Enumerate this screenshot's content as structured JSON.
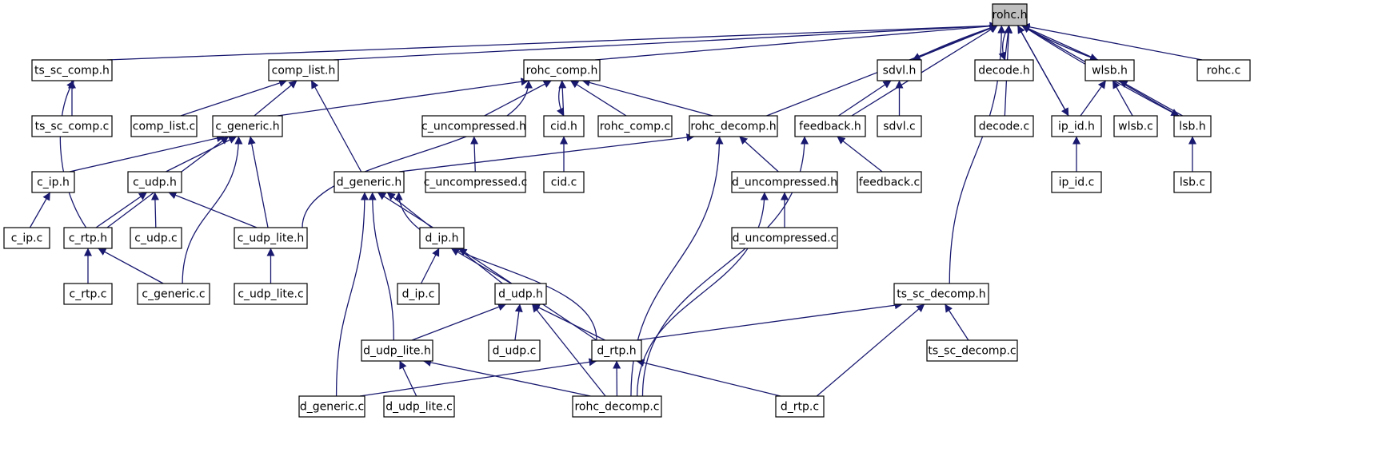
{
  "diagram": {
    "type": "include-dependency-graph",
    "root": "rohc.h",
    "colors": {
      "edge": "#191970",
      "root_fill": "#bfbfbf",
      "node_fill": "#ffffff",
      "node_stroke": "#000000"
    },
    "nodes": [
      {
        "id": "rohc_h",
        "label": "rohc.h"
      },
      {
        "id": "ts_sc_comp_h",
        "label": "ts_sc_comp.h"
      },
      {
        "id": "comp_list_h",
        "label": "comp_list.h"
      },
      {
        "id": "rohc_comp_h",
        "label": "rohc_comp.h"
      },
      {
        "id": "sdvl_h",
        "label": "sdvl.h"
      },
      {
        "id": "decode_h",
        "label": "decode.h"
      },
      {
        "id": "wlsb_h",
        "label": "wlsb.h"
      },
      {
        "id": "rohc_c",
        "label": "rohc.c"
      },
      {
        "id": "ts_sc_comp_c",
        "label": "ts_sc_comp.c"
      },
      {
        "id": "comp_list_c",
        "label": "comp_list.c"
      },
      {
        "id": "c_generic_h",
        "label": "c_generic.h"
      },
      {
        "id": "c_uncompressed_h",
        "label": "c_uncompressed.h"
      },
      {
        "id": "cid_h",
        "label": "cid.h"
      },
      {
        "id": "rohc_comp_c",
        "label": "rohc_comp.c"
      },
      {
        "id": "rohc_decomp_h",
        "label": "rohc_decomp.h"
      },
      {
        "id": "feedback_h",
        "label": "feedback.h"
      },
      {
        "id": "sdvl_c",
        "label": "sdvl.c"
      },
      {
        "id": "decode_c",
        "label": "decode.c"
      },
      {
        "id": "ip_id_h",
        "label": "ip_id.h"
      },
      {
        "id": "wlsb_c",
        "label": "wlsb.c"
      },
      {
        "id": "lsb_h",
        "label": "lsb.h"
      },
      {
        "id": "c_ip_h",
        "label": "c_ip.h"
      },
      {
        "id": "c_udp_h",
        "label": "c_udp.h"
      },
      {
        "id": "d_generic_h",
        "label": "d_generic.h"
      },
      {
        "id": "c_uncompressed_c",
        "label": "c_uncompressed.c"
      },
      {
        "id": "cid_c",
        "label": "cid.c"
      },
      {
        "id": "d_uncompressed_h",
        "label": "d_uncompressed.h"
      },
      {
        "id": "feedback_c",
        "label": "feedback.c"
      },
      {
        "id": "ip_id_c",
        "label": "ip_id.c"
      },
      {
        "id": "lsb_c",
        "label": "lsb.c"
      },
      {
        "id": "c_ip_c",
        "label": "c_ip.c"
      },
      {
        "id": "c_rtp_h",
        "label": "c_rtp.h"
      },
      {
        "id": "c_udp_c",
        "label": "c_udp.c"
      },
      {
        "id": "c_udp_lite_h",
        "label": "c_udp_lite.h"
      },
      {
        "id": "d_ip_h",
        "label": "d_ip.h"
      },
      {
        "id": "d_uncompressed_c",
        "label": "d_uncompressed.c"
      },
      {
        "id": "c_rtp_c",
        "label": "c_rtp.c"
      },
      {
        "id": "c_generic_c",
        "label": "c_generic.c"
      },
      {
        "id": "c_udp_lite_c",
        "label": "c_udp_lite.c"
      },
      {
        "id": "d_ip_c",
        "label": "d_ip.c"
      },
      {
        "id": "d_udp_h",
        "label": "d_udp.h"
      },
      {
        "id": "ts_sc_decomp_h",
        "label": "ts_sc_decomp.h"
      },
      {
        "id": "d_udp_lite_h",
        "label": "d_udp_lite.h"
      },
      {
        "id": "d_udp_c",
        "label": "d_udp.c"
      },
      {
        "id": "d_rtp_h",
        "label": "d_rtp.h"
      },
      {
        "id": "ts_sc_decomp_c",
        "label": "ts_sc_decomp.c"
      },
      {
        "id": "d_generic_c",
        "label": "d_generic.c"
      },
      {
        "id": "d_udp_lite_c",
        "label": "d_udp_lite.c"
      },
      {
        "id": "rohc_decomp_c",
        "label": "rohc_decomp.c"
      },
      {
        "id": "d_rtp_c",
        "label": "d_rtp.c"
      }
    ],
    "edges": [
      {
        "from": "ts_sc_comp_h",
        "to": "rohc_h"
      },
      {
        "from": "comp_list_h",
        "to": "rohc_h"
      },
      {
        "from": "rohc_comp_h",
        "to": "rohc_h"
      },
      {
        "from": "sdvl_h",
        "to": "rohc_h"
      },
      {
        "from": "decode_h",
        "to": "rohc_h"
      },
      {
        "from": "wlsb_h",
        "to": "rohc_h"
      },
      {
        "from": "rohc_c",
        "to": "rohc_h"
      },
      {
        "from": "rohc_decomp_h",
        "to": "rohc_h"
      },
      {
        "from": "feedback_h",
        "to": "rohc_h"
      },
      {
        "from": "decode_c",
        "to": "rohc_h"
      },
      {
        "from": "ip_id_h",
        "to": "rohc_h"
      },
      {
        "from": "lsb_h",
        "to": "rohc_h"
      },
      {
        "from": "ts_sc_decomp_h",
        "to": "rohc_h"
      },
      {
        "from": "rohc_h",
        "to": "sdvl_h"
      },
      {
        "from": "rohc_h",
        "to": "decode_h"
      },
      {
        "from": "rohc_h",
        "to": "wlsb_h"
      },
      {
        "from": "rohc_h",
        "to": "lsb_h"
      },
      {
        "from": "rohc_h",
        "to": "ip_id_h"
      },
      {
        "from": "ts_sc_comp_c",
        "to": "ts_sc_comp_h"
      },
      {
        "from": "c_rtp_h",
        "to": "ts_sc_comp_h"
      },
      {
        "from": "comp_list_c",
        "to": "comp_list_h"
      },
      {
        "from": "c_generic_h",
        "to": "comp_list_h"
      },
      {
        "from": "d_generic_h",
        "to": "comp_list_h"
      },
      {
        "from": "c_generic_h",
        "to": "rohc_comp_h"
      },
      {
        "from": "c_uncompressed_h",
        "to": "rohc_comp_h"
      },
      {
        "from": "cid_h",
        "to": "rohc_comp_h"
      },
      {
        "from": "rohc_comp_c",
        "to": "rohc_comp_h"
      },
      {
        "from": "rohc_decomp_h",
        "to": "rohc_comp_h"
      },
      {
        "from": "c_udp_lite_h",
        "to": "rohc_comp_h"
      },
      {
        "from": "rohc_comp_h",
        "to": "cid_h"
      },
      {
        "from": "feedback_h",
        "to": "sdvl_h"
      },
      {
        "from": "sdvl_c",
        "to": "sdvl_h"
      },
      {
        "from": "ip_id_h",
        "to": "wlsb_h"
      },
      {
        "from": "wlsb_c",
        "to": "wlsb_h"
      },
      {
        "from": "lsb_h",
        "to": "wlsb_h"
      },
      {
        "from": "c_ip_h",
        "to": "c_generic_h"
      },
      {
        "from": "c_udp_h",
        "to": "c_generic_h"
      },
      {
        "from": "c_rtp_h",
        "to": "c_generic_h"
      },
      {
        "from": "c_udp_lite_h",
        "to": "c_generic_h"
      },
      {
        "from": "c_generic_c",
        "to": "c_generic_h"
      },
      {
        "from": "c_uncompressed_c",
        "to": "c_uncompressed_h"
      },
      {
        "from": "cid_c",
        "to": "cid_h"
      },
      {
        "from": "d_generic_h",
        "to": "rohc_decomp_h"
      },
      {
        "from": "d_uncompressed_h",
        "to": "rohc_decomp_h"
      },
      {
        "from": "rohc_decomp_c",
        "to": "rohc_decomp_h"
      },
      {
        "from": "feedback_c",
        "to": "feedback_h"
      },
      {
        "from": "rohc_decomp_c",
        "to": "feedback_h"
      },
      {
        "from": "ip_id_c",
        "to": "ip_id_h"
      },
      {
        "from": "lsb_c",
        "to": "lsb_h"
      },
      {
        "from": "c_ip_c",
        "to": "c_ip_h"
      },
      {
        "from": "c_rtp_h",
        "to": "c_udp_h"
      },
      {
        "from": "c_udp_c",
        "to": "c_udp_h"
      },
      {
        "from": "c_udp_lite_h",
        "to": "c_udp_h"
      },
      {
        "from": "d_ip_h",
        "to": "d_generic_h"
      },
      {
        "from": "d_udp_h",
        "to": "d_generic_h"
      },
      {
        "from": "d_rtp_h",
        "to": "d_generic_h"
      },
      {
        "from": "d_udp_lite_h",
        "to": "d_generic_h"
      },
      {
        "from": "d_generic_c",
        "to": "d_generic_h"
      },
      {
        "from": "d_uncompressed_c",
        "to": "d_uncompressed_h"
      },
      {
        "from": "rohc_decomp_c",
        "to": "d_uncompressed_h"
      },
      {
        "from": "c_rtp_c",
        "to": "c_rtp_h"
      },
      {
        "from": "c_generic_c",
        "to": "c_rtp_h"
      },
      {
        "from": "c_udp_lite_c",
        "to": "c_udp_lite_h"
      },
      {
        "from": "d_ip_c",
        "to": "d_ip_h"
      },
      {
        "from": "d_udp_h",
        "to": "d_ip_h"
      },
      {
        "from": "d_rtp_h",
        "to": "d_ip_h"
      },
      {
        "from": "d_udp_lite_h",
        "to": "d_udp_h"
      },
      {
        "from": "d_udp_c",
        "to": "d_udp_h"
      },
      {
        "from": "d_rtp_h",
        "to": "d_udp_h"
      },
      {
        "from": "rohc_decomp_c",
        "to": "d_udp_h"
      },
      {
        "from": "ts_sc_decomp_c",
        "to": "ts_sc_decomp_h"
      },
      {
        "from": "d_rtp_h",
        "to": "ts_sc_decomp_h"
      },
      {
        "from": "d_rtp_c",
        "to": "ts_sc_decomp_h"
      },
      {
        "from": "d_udp_lite_c",
        "to": "d_udp_lite_h"
      },
      {
        "from": "rohc_decomp_c",
        "to": "d_udp_lite_h"
      },
      {
        "from": "d_generic_c",
        "to": "d_rtp_h"
      },
      {
        "from": "rohc_decomp_c",
        "to": "d_rtp_h"
      },
      {
        "from": "d_rtp_c",
        "to": "d_rtp_h"
      }
    ]
  }
}
